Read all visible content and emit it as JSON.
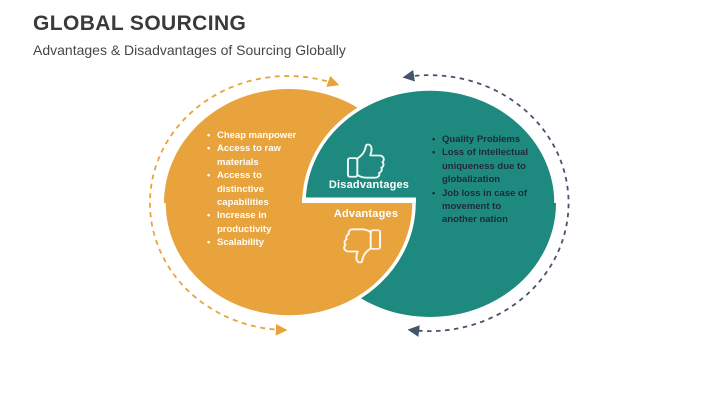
{
  "slide": {
    "title": "GLOBAL SOURCING",
    "subtitle": "Advantages & Disadvantages of Sourcing Globally"
  },
  "venn": {
    "advantages_circle": {
      "label": "Advantages",
      "color": "#E8A33D",
      "items": [
        "Cheap manpower",
        "Access to raw\nmaterials",
        "Access to\ndistinctive\ncapabilities",
        "Increase in\nproductivity",
        "Scalability"
      ]
    },
    "disadvantages_circle": {
      "label": "Disadvantages",
      "color": "#1E8A7F",
      "items": [
        "Quality Problems",
        "Loss of intellectual\nuniqueness due to\nglobalization",
        "Job loss in case of\nmovement to\nanother nation"
      ]
    },
    "icons": {
      "top": "thumbs-up",
      "bottom": "thumbs-down"
    }
  },
  "colors": {
    "orange": "#E8A33D",
    "teal": "#1E8A7F",
    "dashed_arc_navy": "#44546A",
    "dark_text": "#1E2A38",
    "title_text": "#3A3A3A"
  }
}
